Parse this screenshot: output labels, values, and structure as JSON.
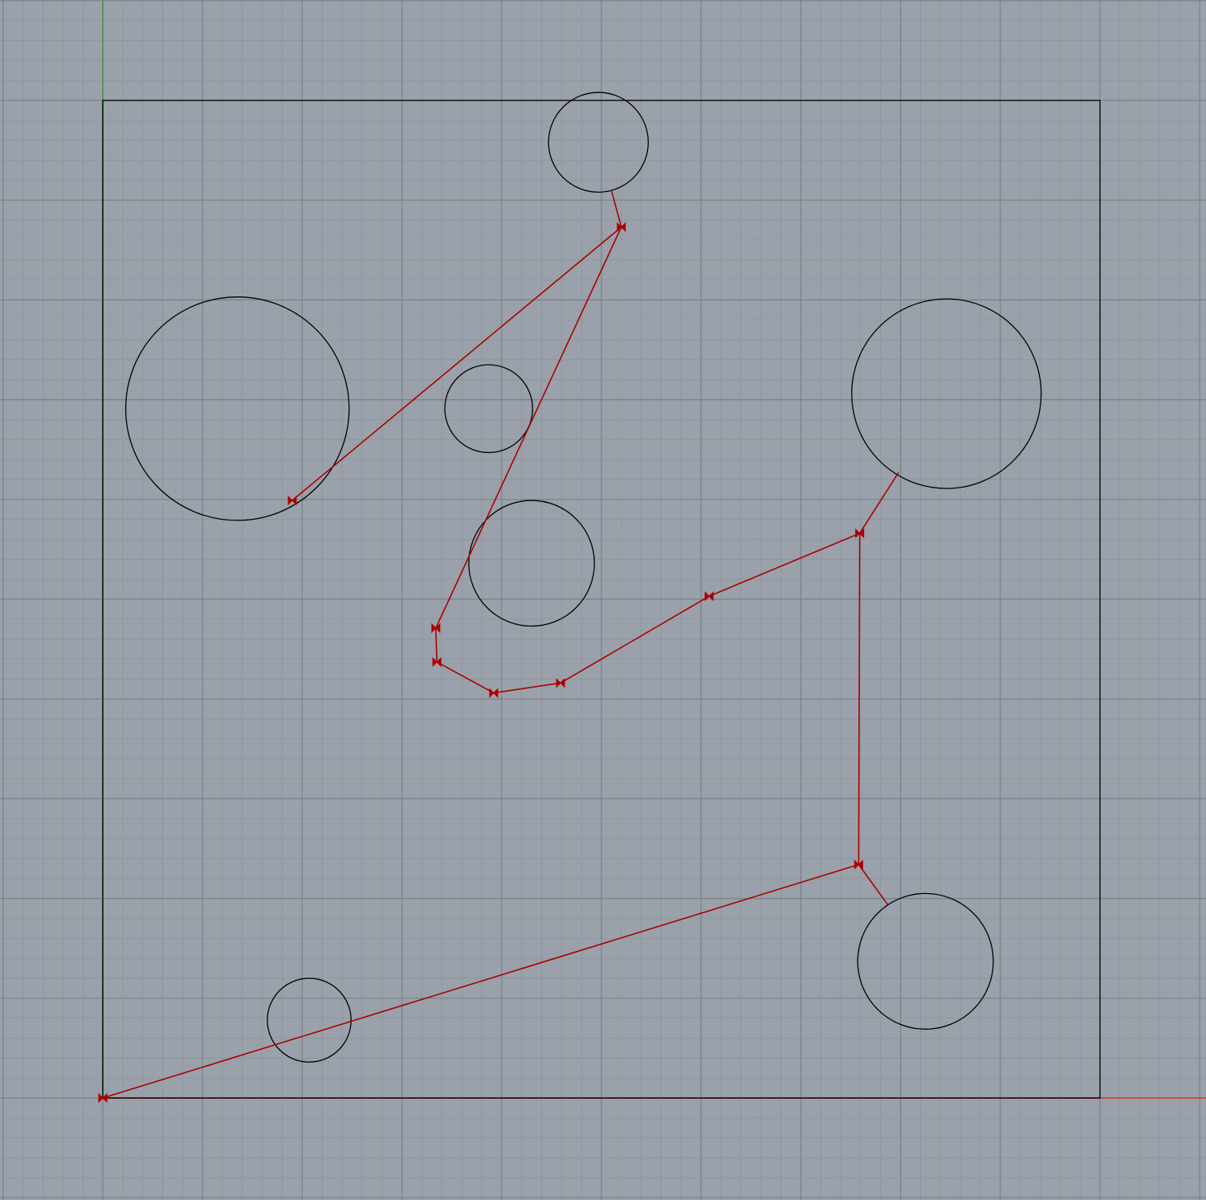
{
  "viewport": {
    "background": "#9aa1aa",
    "minor_grid_color": "#8d949d",
    "major_grid_color": "#7a8089",
    "x_axis_color": "#c0504d",
    "y_axis_color": "#4f9a4f",
    "outline_color": "#000000",
    "path_color": "#aa0000"
  },
  "scene": {
    "boundary": {
      "x_min": 0,
      "x_max": 10,
      "y_min": 0,
      "y_max": 10
    },
    "circles": [
      {
        "cx": 4.97,
        "cy": 9.58,
        "r": 0.5
      },
      {
        "cx": 1.35,
        "cy": 6.91,
        "r": 1.12
      },
      {
        "cx": 3.87,
        "cy": 6.91,
        "r": 0.44
      },
      {
        "cx": 4.3,
        "cy": 5.36,
        "r": 0.63
      },
      {
        "cx": 8.46,
        "cy": 7.06,
        "r": 0.95
      },
      {
        "cx": 8.25,
        "cy": 1.37,
        "r": 0.68
      },
      {
        "cx": 2.07,
        "cy": 0.78,
        "r": 0.42
      }
    ],
    "path": [
      [
        0.0,
        0.0
      ],
      [
        7.58,
        2.34
      ],
      [
        7.59,
        5.66
      ],
      [
        6.08,
        5.03
      ],
      [
        4.59,
        4.16
      ],
      [
        3.92,
        4.06
      ],
      [
        3.35,
        4.37
      ],
      [
        3.34,
        4.71
      ],
      [
        5.2,
        8.73
      ],
      [
        1.9,
        5.99
      ]
    ],
    "connectors": [
      {
        "from": [
          5.2,
          8.73
        ],
        "to": [
          5.1,
          9.1
        ]
      },
      {
        "from": [
          7.59,
          5.66
        ],
        "to": [
          7.98,
          6.27
        ]
      },
      {
        "from": [
          7.58,
          2.34
        ],
        "to": [
          7.87,
          1.94
        ]
      }
    ]
  }
}
